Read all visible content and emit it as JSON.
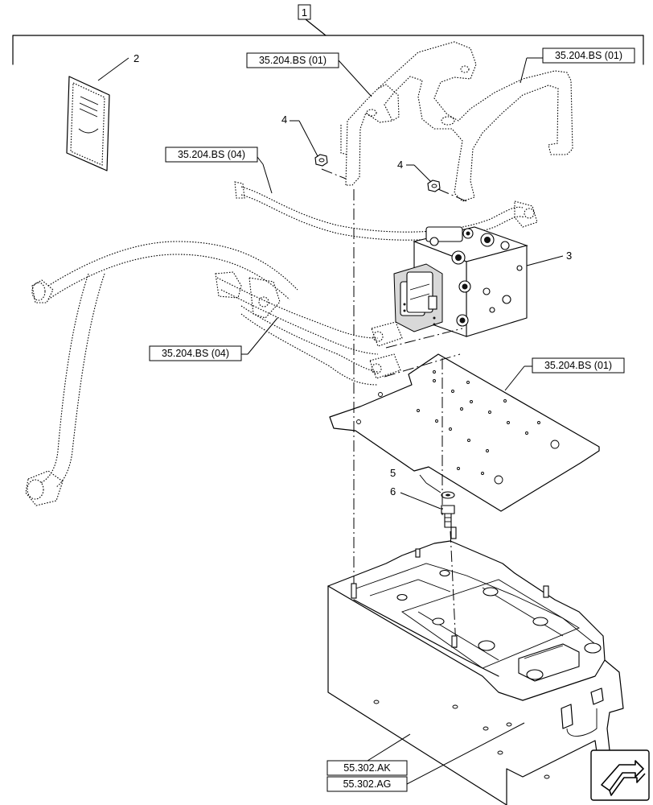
{
  "main_callout": "1",
  "item_numbers": {
    "manual": "2",
    "valve": "3",
    "nut_left": "4",
    "nut_right": "4",
    "washer": "5",
    "bolt": "6"
  },
  "references": {
    "frame_bracket_left": "35.204.BS (01)",
    "frame_bracket_right": "35.204.BS (01)",
    "hose_upper": "35.204.BS (04)",
    "hose_lower": "35.204.BS (04)",
    "plate": "35.204.BS (01)",
    "battery_box_ak": "55.302.AK",
    "battery_box_ag": "55.302.AG"
  },
  "nav_icon": "next-page-arrow-icon"
}
